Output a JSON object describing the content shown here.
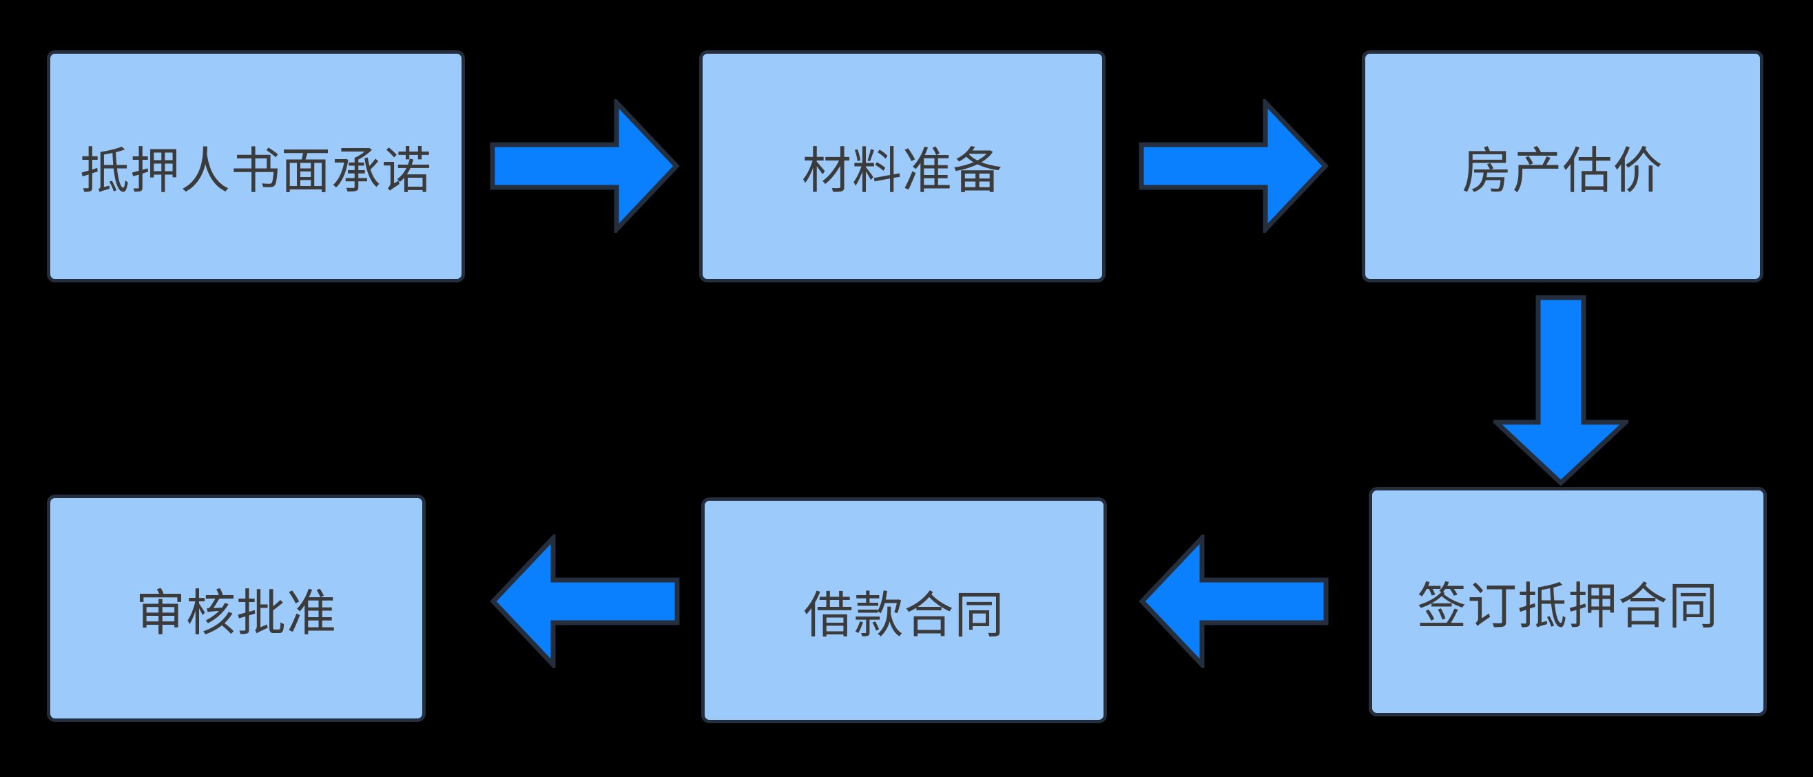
{
  "diagram": {
    "type": "flowchart",
    "colors": {
      "background": "#000000",
      "node_fill": "#9CCAFB",
      "node_border": "#242E3C",
      "node_text": "#3B3B3B",
      "arrow_fill": "#0B80FE",
      "arrow_border": "#242E3C"
    },
    "nodes": [
      {
        "id": "mortgagor-written-commitment",
        "label": "抵押人书面承诺",
        "row": 1,
        "col": 1
      },
      {
        "id": "material-preparation",
        "label": "材料准备",
        "row": 1,
        "col": 2
      },
      {
        "id": "property-appraisal",
        "label": "房产估价",
        "row": 1,
        "col": 3
      },
      {
        "id": "sign-mortgage-contract",
        "label": "签订抵押合同",
        "row": 2,
        "col": 3
      },
      {
        "id": "loan-contract",
        "label": "借款合同",
        "row": 2,
        "col": 2
      },
      {
        "id": "review-approval",
        "label": "审核批准",
        "row": 2,
        "col": 1
      }
    ],
    "edges": [
      {
        "from": "抵押人书面承诺",
        "to": "材料准备",
        "direction": "right"
      },
      {
        "from": "材料准备",
        "to": "房产估价",
        "direction": "right"
      },
      {
        "from": "房产估价",
        "to": "签订抵押合同",
        "direction": "down"
      },
      {
        "from": "签订抵押合同",
        "to": "借款合同",
        "direction": "left"
      },
      {
        "from": "借款合同",
        "to": "审核批准",
        "direction": "left"
      }
    ]
  }
}
